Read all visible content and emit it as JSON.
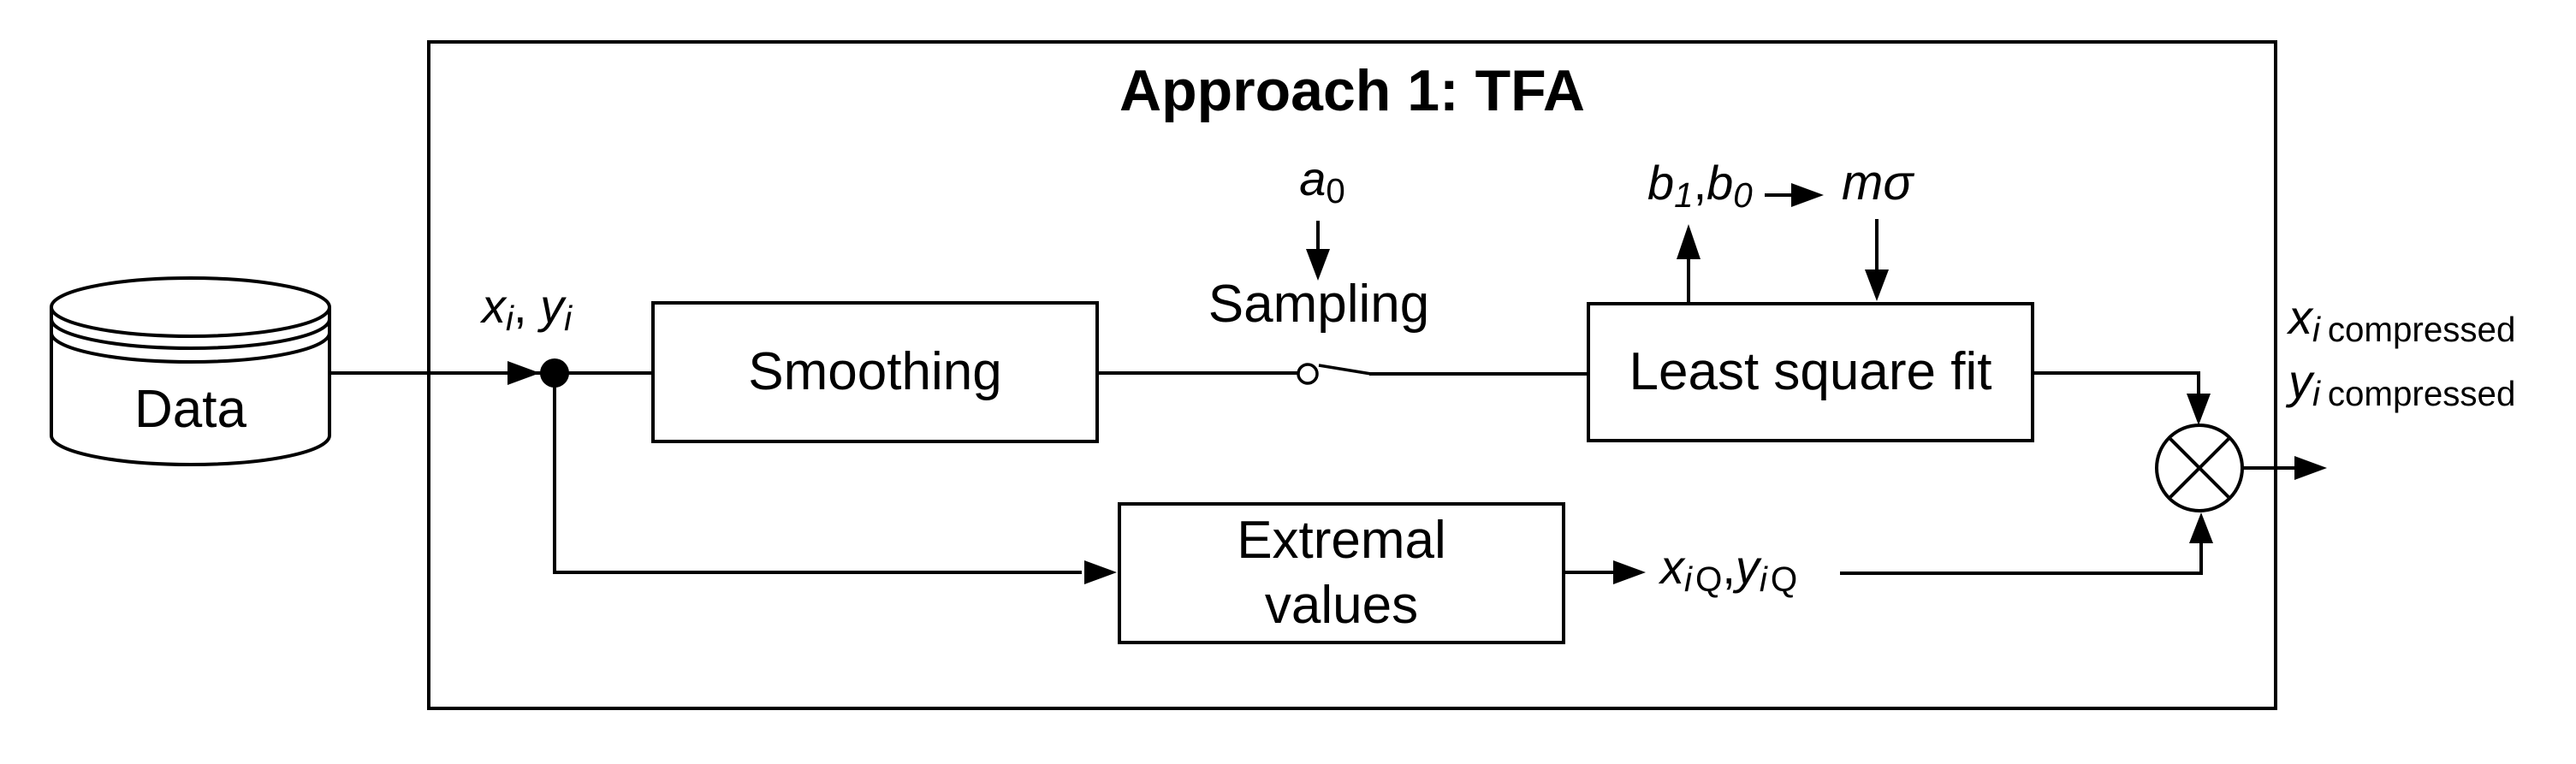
{
  "figure": {
    "title": "Approach 1: TFA",
    "background": "#ffffff",
    "ink": "#000000"
  },
  "database": {
    "label": "Data"
  },
  "boxes": {
    "smoothing": {
      "label": "Smoothing"
    },
    "least_square_fit": {
      "label": "Least square fit"
    },
    "extremal_values": {
      "line1": "Extremal",
      "line2": "values"
    }
  },
  "labels": {
    "input_pair": {
      "x_var": "x",
      "x_sub": "i",
      "comma": ", ",
      "y_var": "y",
      "y_sub": "i"
    },
    "sampling": {
      "title": "Sampling",
      "param_var": "a",
      "param_sub": "0"
    },
    "fit_coeffs": {
      "b1_var": "b",
      "b1_sub": "1",
      "comma": ",",
      "b0_var": "b",
      "b0_sub": "0"
    },
    "fit_threshold": {
      "value": "mσ"
    },
    "q_pair": {
      "x_var": "x",
      "x_sub_i": "i",
      "x_sub_q": "Q",
      "comma": ",",
      "y_var": "y",
      "y_sub_i": "i",
      "y_sub_q": "Q"
    },
    "output_x": {
      "var": "x",
      "sub_i": "i",
      "sub_word": "compressed"
    },
    "output_y": {
      "var": "y",
      "sub_i": "i",
      "sub_word": "compressed"
    }
  }
}
